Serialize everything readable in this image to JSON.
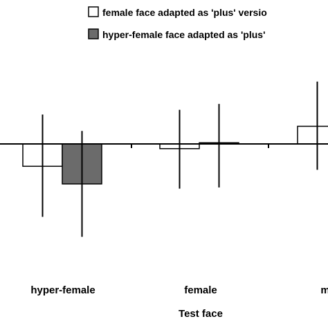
{
  "chart_data": {
    "type": "bar",
    "xlabel": "Test face",
    "categories": [
      "hyper-female",
      "female",
      "m"
    ],
    "series": [
      {
        "name": "female face adapted as 'plus' versio",
        "color": "#ffffff",
        "values": [
          -0.19,
          -0.04,
          0.15
        ],
        "error_low": [
          -0.62,
          -0.38,
          -0.22
        ],
        "error_high": [
          0.25,
          0.29,
          0.53
        ]
      },
      {
        "name": "hyper-female face adapted as 'plus'",
        "color": "#6b6b6b",
        "values": [
          -0.34,
          0.01,
          null
        ],
        "error_low": [
          -0.79,
          -0.37,
          null
        ],
        "error_high": [
          0.11,
          0.34,
          null
        ]
      }
    ],
    "legend_position": "top",
    "grid": false,
    "ylim": [
      -1.0,
      1.1
    ]
  }
}
